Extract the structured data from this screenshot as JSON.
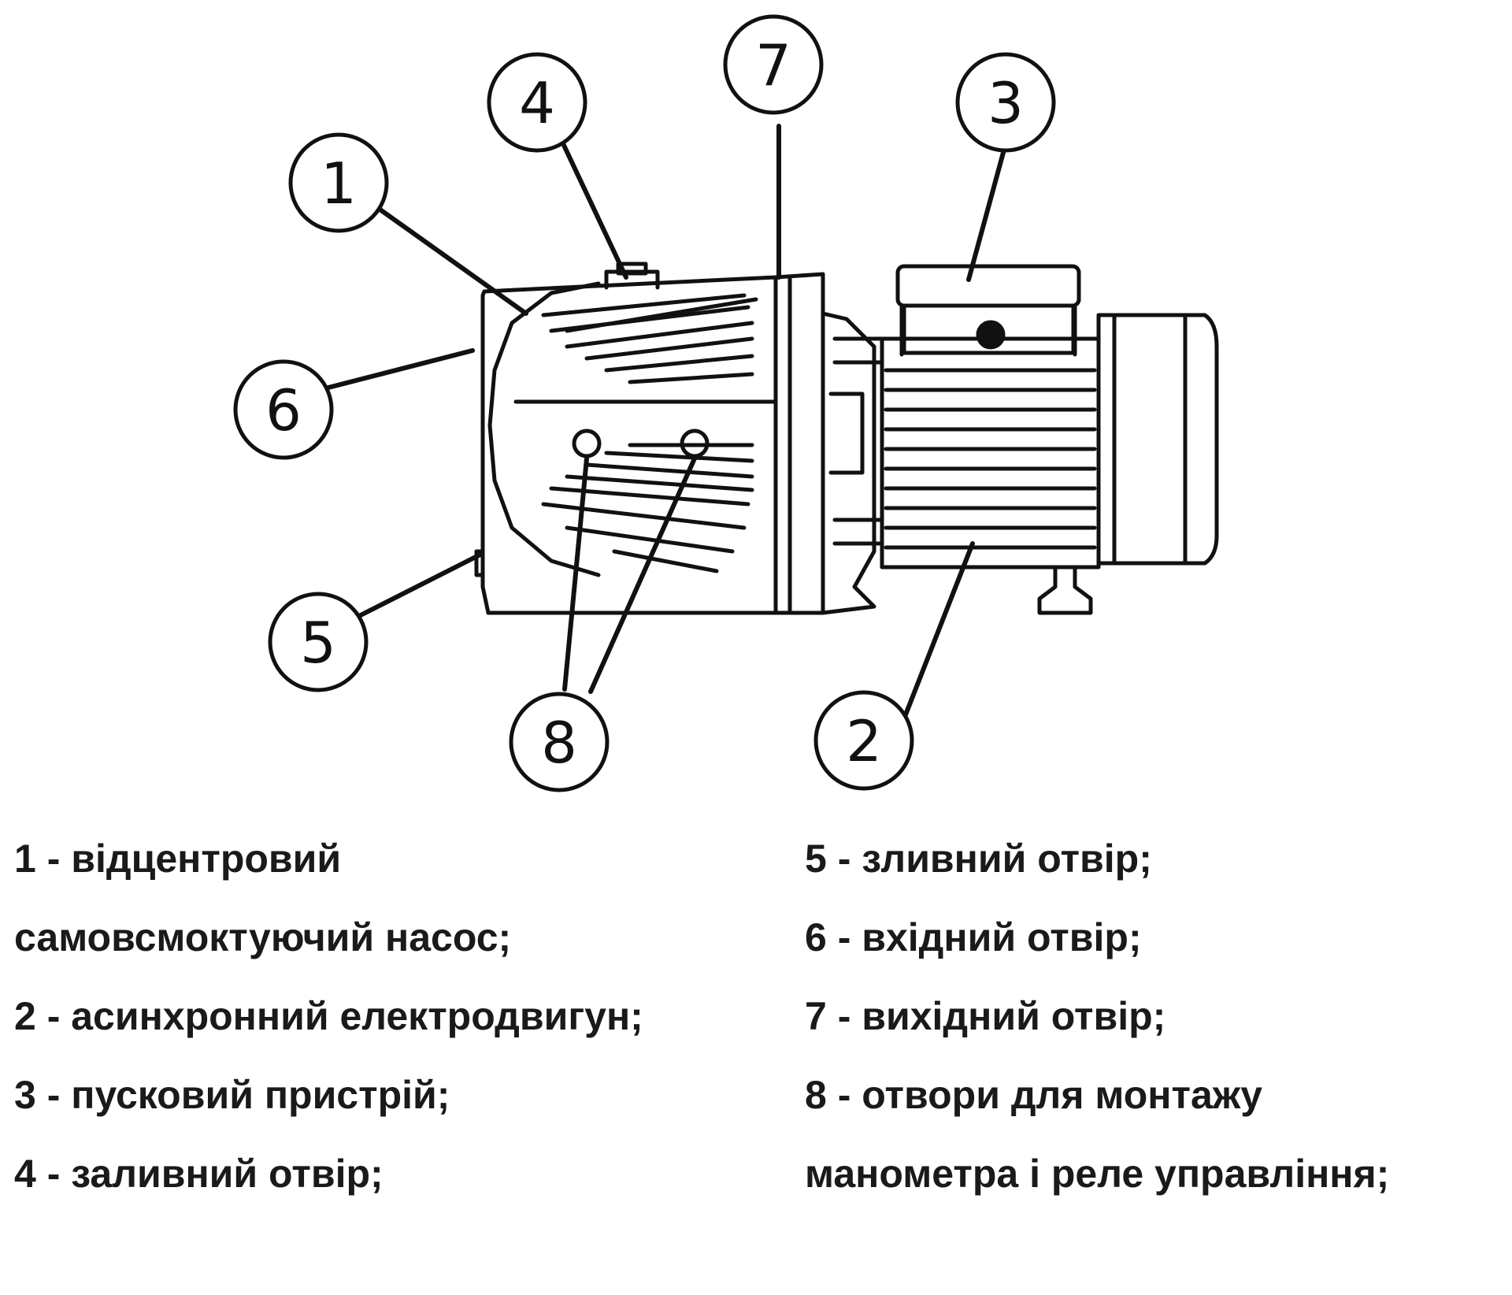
{
  "callouts": {
    "c1": "1",
    "c2": "2",
    "c3": "3",
    "c4": "4",
    "c5": "5",
    "c6": "6",
    "c7": "7",
    "c8": "8"
  },
  "legend": {
    "left": [
      "1 - відцентровий",
      "самовсмоктуючий насос;",
      "2 - асинхронний електродвигун;",
      "3 - пусковий пристрій;",
      "4 - заливний отвір;"
    ],
    "right": [
      "5 - зливний отвір;",
      "6 - вхідний отвір;",
      "7 - вихідний отвір;",
      "8 - отвори для монтажу",
      "манометра і реле управління;"
    ]
  }
}
